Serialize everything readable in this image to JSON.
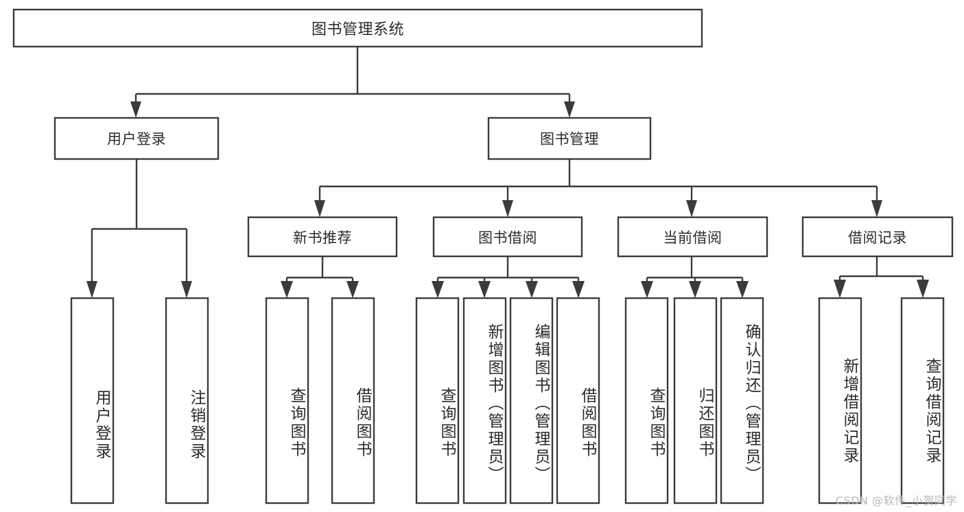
{
  "diagram": {
    "title": "图书管理系统",
    "type": "hierarchy-tree",
    "watermark": "CSDN @软件_小贺同学",
    "colors": {
      "stroke": "#3b3b3b",
      "box_fill": "#ffffff",
      "text": "#2b2b2b",
      "watermark": "#b8b8b8",
      "background": "#ffffff"
    },
    "levels": {
      "level1": "root",
      "level2": "modules",
      "level3": "sub-modules",
      "level4": "leaf-functions"
    },
    "nodes": {
      "root": {
        "label": "图书管理系统",
        "orientation": "horizontal"
      },
      "n_user_login": {
        "label": "用户登录",
        "orientation": "horizontal"
      },
      "n_book_mgmt": {
        "label": "图书管理",
        "orientation": "horizontal"
      },
      "n_new_book_rec": {
        "label": "新书推荐",
        "orientation": "horizontal"
      },
      "n_book_borrow": {
        "label": "图书借阅",
        "orientation": "horizontal"
      },
      "n_current_borrow": {
        "label": "当前借阅",
        "orientation": "horizontal"
      },
      "n_borrow_record": {
        "label": "借阅记录",
        "orientation": "horizontal"
      },
      "l_user_login": {
        "label": "用户登录",
        "orientation": "vertical"
      },
      "l_user_logout": {
        "label": "注销登录",
        "orientation": "vertical"
      },
      "l_query_book_1": {
        "label": "查询图书",
        "orientation": "vertical"
      },
      "l_borrow_book_1": {
        "label": "借阅图书",
        "orientation": "vertical"
      },
      "l_query_book_2": {
        "label": "查询图书",
        "orientation": "vertical"
      },
      "l_add_book": {
        "label": "新增图书（管理员）",
        "orientation": "vertical"
      },
      "l_edit_book": {
        "label": "编辑图书（管理员）",
        "orientation": "vertical"
      },
      "l_borrow_book_2": {
        "label": "借阅图书",
        "orientation": "vertical"
      },
      "l_query_book_3": {
        "label": "查询图书",
        "orientation": "vertical"
      },
      "l_return_book": {
        "label": "归还图书",
        "orientation": "vertical"
      },
      "l_confirm_return": {
        "label": "确认归还（管理员）",
        "orientation": "vertical"
      },
      "l_add_record": {
        "label": "新增借阅记录",
        "orientation": "vertical"
      },
      "l_query_record": {
        "label": "查询借阅记录",
        "orientation": "vertical"
      }
    },
    "edges": [
      {
        "from": "root",
        "to": "n_user_login"
      },
      {
        "from": "root",
        "to": "n_book_mgmt"
      },
      {
        "from": "n_user_login",
        "to": "l_user_login"
      },
      {
        "from": "n_user_login",
        "to": "l_user_logout"
      },
      {
        "from": "n_book_mgmt",
        "to": "n_new_book_rec"
      },
      {
        "from": "n_book_mgmt",
        "to": "n_book_borrow"
      },
      {
        "from": "n_book_mgmt",
        "to": "n_current_borrow"
      },
      {
        "from": "n_book_mgmt",
        "to": "n_borrow_record"
      },
      {
        "from": "n_new_book_rec",
        "to": "l_query_book_1"
      },
      {
        "from": "n_new_book_rec",
        "to": "l_borrow_book_1"
      },
      {
        "from": "n_book_borrow",
        "to": "l_query_book_2"
      },
      {
        "from": "n_book_borrow",
        "to": "l_add_book"
      },
      {
        "from": "n_book_borrow",
        "to": "l_edit_book"
      },
      {
        "from": "n_book_borrow",
        "to": "l_borrow_book_2"
      },
      {
        "from": "n_current_borrow",
        "to": "l_query_book_3"
      },
      {
        "from": "n_current_borrow",
        "to": "l_return_book"
      },
      {
        "from": "n_current_borrow",
        "to": "l_confirm_return"
      },
      {
        "from": "n_borrow_record",
        "to": "l_add_record"
      },
      {
        "from": "n_borrow_record",
        "to": "l_query_record"
      }
    ]
  }
}
